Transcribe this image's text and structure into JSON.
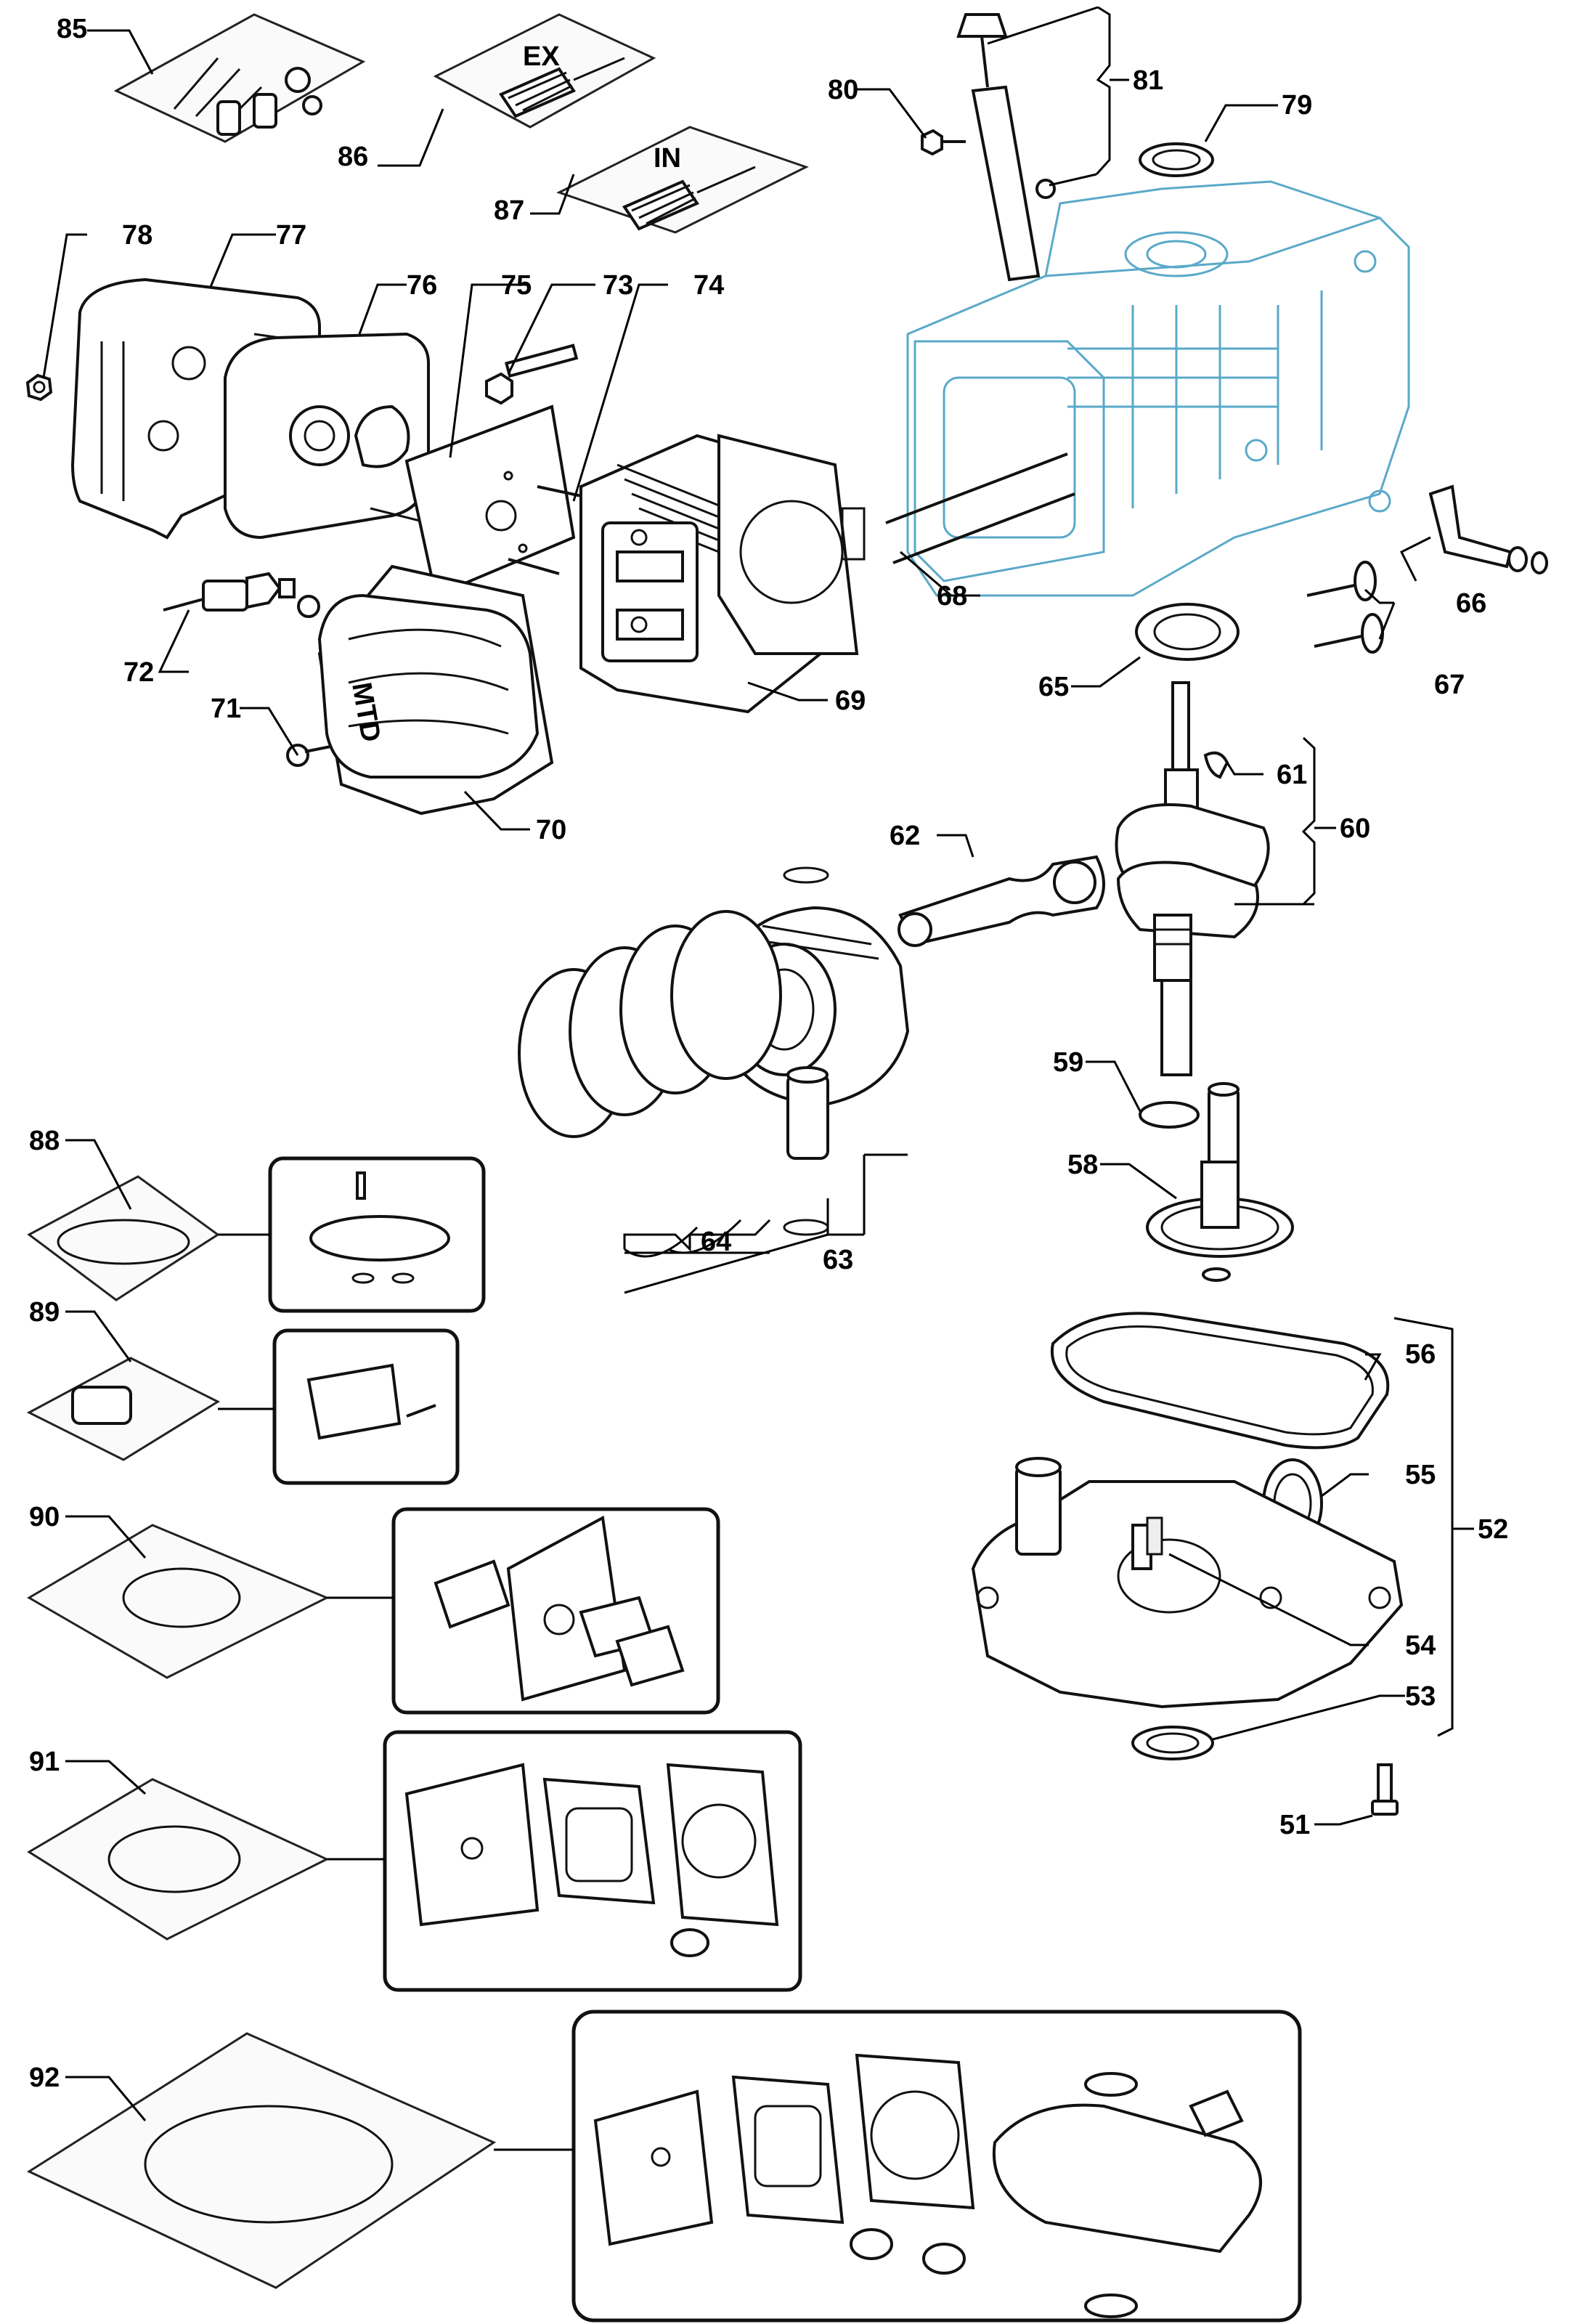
{
  "labels": {
    "l51": "51",
    "l52": "52",
    "l53": "53",
    "l54": "54",
    "l55": "55",
    "l56": "56",
    "l58": "58",
    "l59": "59",
    "l60": "60",
    "l61": "61",
    "l62": "62",
    "l63": "63",
    "l64": "64",
    "l65": "65",
    "l66": "66",
    "l67": "67",
    "l68": "68",
    "l69": "69",
    "l70": "70",
    "l71": "71",
    "l72": "72",
    "l73": "73",
    "l74": "74",
    "l75": "75",
    "l76": "76",
    "l77": "77",
    "l78": "78",
    "l79": "79",
    "l80": "80",
    "l81": "81",
    "l85": "85",
    "l86": "86",
    "l87": "87",
    "l88": "88",
    "l89": "89",
    "l90": "90",
    "l91": "91",
    "l92": "92"
  },
  "bag_marks": {
    "exhaust": "EX",
    "intake": "IN"
  },
  "colors": {
    "line": "#000000",
    "engine_block_outline": "#5aa9c8",
    "background": "#ffffff"
  }
}
